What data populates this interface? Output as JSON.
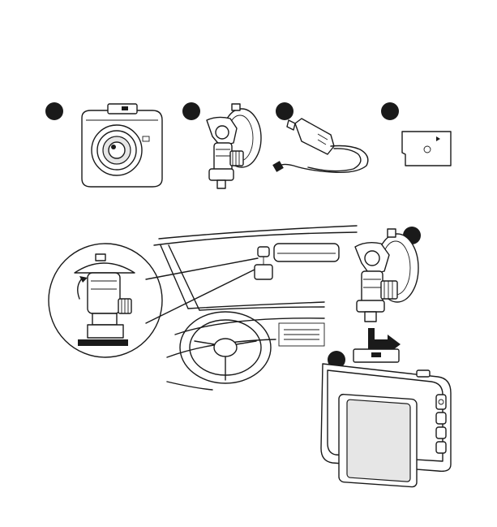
{
  "steps": [
    {
      "id": "1",
      "item": "dash-camera"
    },
    {
      "id": "2",
      "item": "suction-mount"
    },
    {
      "id": "3",
      "item": "car-charger"
    },
    {
      "id": "4",
      "item": "microsd-card"
    },
    {
      "id": "5",
      "item": "mount-assembly"
    },
    {
      "id": "6",
      "item": "camera-attach"
    }
  ],
  "colors": {
    "line": "#1a1a1a",
    "background": "#ffffff"
  }
}
